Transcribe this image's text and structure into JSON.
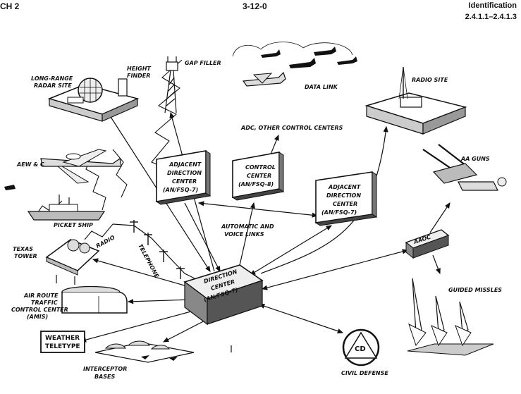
{
  "header": {
    "left": "CH 2",
    "center": "3-12-0",
    "right_line1": "Identification",
    "right_line2": "2.4.1.1–2.4.1.3"
  },
  "boxes": {
    "adjacent_left": [
      "ADJACENT",
      "DIRECTION",
      "CENTER",
      "(AN/FSQ-7)"
    ],
    "control_center": [
      "CONTROL",
      "CENTER",
      "(AN/FSQ-8)"
    ],
    "adjacent_right": [
      "ADJACENT",
      "DIRECTION",
      "CENTER",
      "(AN/FSQ-7)"
    ],
    "direction_center": [
      "DIRECTION",
      "CENTER",
      "(AN/FSQ-7)"
    ],
    "aaoc": "AAOC",
    "weather": [
      "WEATHER",
      "TELETYPE"
    ],
    "cd": "CD"
  },
  "labels": {
    "long_range": [
      "LONG-RANGE",
      "RADAR SITE"
    ],
    "height_finder": [
      "HEIGHT",
      "FINDER"
    ],
    "gap_filler": "GAP FILLER",
    "data_link": "DATA LINK",
    "radio_site": "RADIO SITE",
    "adc": "ADC, OTHER CONTROL CENTERS",
    "aew": "AEW & C",
    "aa_guns": "AA GUNS",
    "picket_ship": "PICKET SHIP",
    "radio": "RADIO",
    "texas_tower": [
      "TEXAS",
      "TOWER"
    ],
    "telephone": "TELEPHONE",
    "automatic": [
      "AUTOMATIC AND",
      "VOICE LINKS"
    ],
    "air_route": [
      "AIR ROUTE",
      "TRAFFIC",
      "CONTROL CENTER",
      "(AMIS)"
    ],
    "guided_missiles": "GUIDED MISSLES",
    "interceptor": [
      "INTERCEPTOR",
      "BASES"
    ],
    "civil_defense": "CIVIL DEFENSE"
  }
}
